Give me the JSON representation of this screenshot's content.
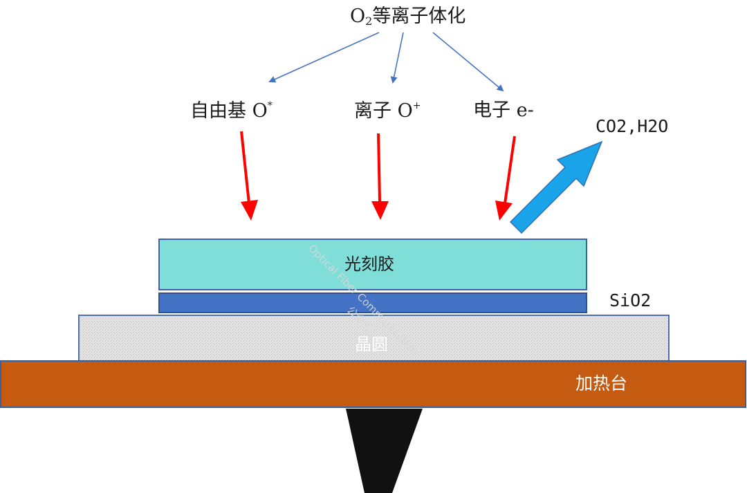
{
  "source": {
    "prefix": "O",
    "subscript": "2",
    "suffix": "等离子体化"
  },
  "species": [
    {
      "name": "自由基",
      "symbol": "O",
      "mark": "*"
    },
    {
      "name": "离子",
      "symbol": "O",
      "mark": "+"
    },
    {
      "name": "电子",
      "symbol": "e-",
      "mark": ""
    }
  ],
  "exhaust_label": "CO2,H2O",
  "layers": {
    "photoresist": "光刻胶",
    "oxide": "SiO2",
    "wafer": "晶圆",
    "heater": "加热台"
  },
  "watermark": {
    "line1": "Optical Fiber Communication",
    "line2": "公众号"
  },
  "colors": {
    "blue_arrow": "#4472c4",
    "red_arrow": "#ff0000",
    "exhaust_arrow": "#1aa3e8",
    "photoresist": "#7fded8",
    "oxide": "#4472c4",
    "wafer": "#dcdcdc",
    "heater": "#c55a11",
    "stand": "#111111"
  }
}
